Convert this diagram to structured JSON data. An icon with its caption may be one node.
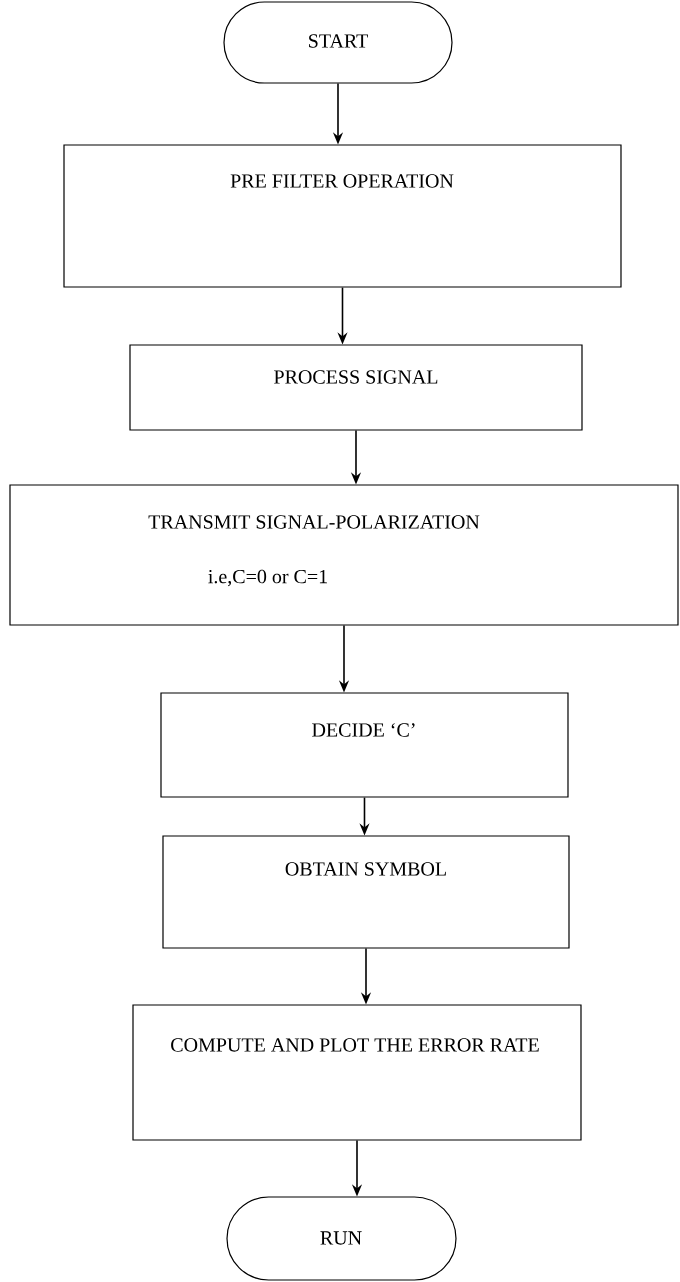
{
  "diagram": {
    "nodes": [
      {
        "text": [
          "START"
        ]
      },
      {
        "text": [
          "PRE FILTER OPERATION"
        ]
      },
      {
        "text": [
          "PROCESS SIGNAL"
        ]
      },
      {
        "text": [
          "TRANSMIT SIGNAL-POLARIZATION",
          "i.e,C=0 or C=1"
        ]
      },
      {
        "text": [
          "DECIDE ‘C’"
        ]
      },
      {
        "text": [
          "OBTAIN SYMBOL"
        ]
      },
      {
        "text": [
          "COMPUTE AND PLOT THE ERROR RATE"
        ]
      },
      {
        "text": [
          "RUN"
        ]
      }
    ],
    "edges": [
      {
        "from": 0,
        "to": 1,
        "arrow": "to"
      },
      {
        "from": 1,
        "to": 2,
        "arrow": "to"
      },
      {
        "from": 2,
        "to": 3,
        "arrow": "to"
      },
      {
        "from": 3,
        "to": 4,
        "arrow": "to"
      },
      {
        "from": 4,
        "to": 5,
        "arrow": "to"
      },
      {
        "from": 5,
        "to": 6,
        "arrow": "to"
      },
      {
        "from": 6,
        "to": 7,
        "arrow": "to"
      }
    ]
  }
}
